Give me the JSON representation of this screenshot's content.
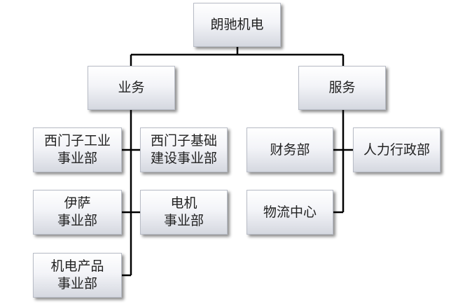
{
  "root": {
    "label": "朗驰机电"
  },
  "branches": {
    "business": {
      "label": "业务",
      "children": [
        {
          "lines": [
            "西门子工业",
            "事业部"
          ]
        },
        {
          "lines": [
            "西门子基础",
            "建设事业部"
          ]
        },
        {
          "lines": [
            "伊萨",
            "事业部"
          ]
        },
        {
          "lines": [
            "电机",
            "事业部"
          ]
        },
        {
          "lines": [
            "机电产品",
            "事业部"
          ]
        }
      ]
    },
    "service": {
      "label": "服务",
      "children": [
        {
          "lines": [
            "财务部"
          ]
        },
        {
          "lines": [
            "人力行政部"
          ]
        },
        {
          "lines": [
            "物流中心"
          ]
        }
      ]
    }
  }
}
